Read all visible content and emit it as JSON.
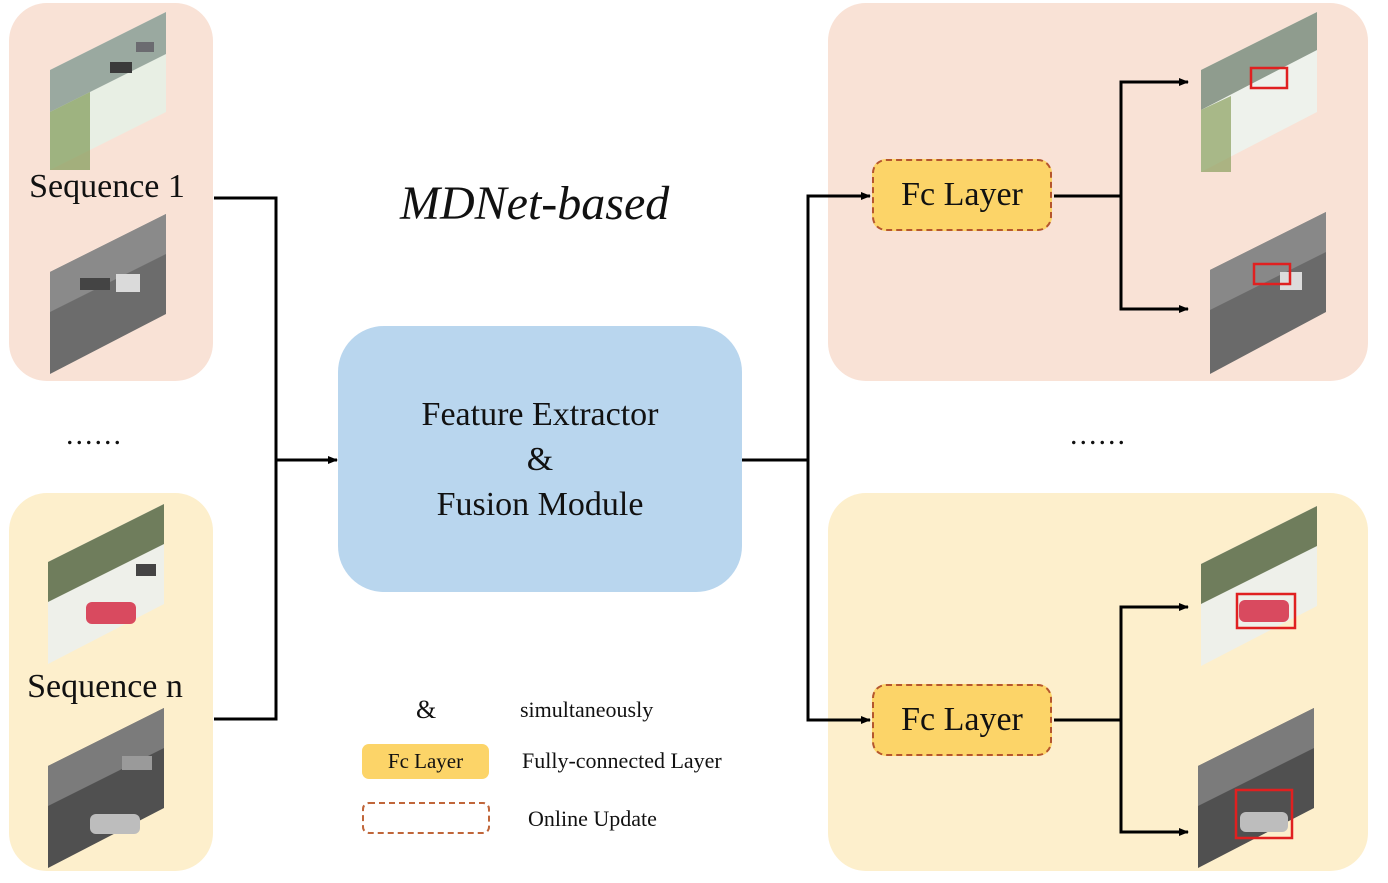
{
  "title": "MDNet-based",
  "sequences": {
    "first_label": "Sequence 1",
    "last_label": "Sequence n",
    "ellipsis": "......"
  },
  "core_module": {
    "line1": "Feature Extractor",
    "line2": "&",
    "line3": "Fusion Module"
  },
  "branches": {
    "fc_label": "Fc Layer",
    "ellipsis": "......"
  },
  "legend": {
    "amp_symbol": "&",
    "amp_meaning": "simultaneously",
    "fc_symbol": "Fc Layer",
    "fc_meaning": "Fully-connected Layer",
    "dash_meaning": "Online Update"
  },
  "colors": {
    "panel_pink": "#f9e2d6",
    "panel_yellow": "#fdefcc",
    "core_blue": "#b9d6ee",
    "fc_yellow": "#fcd468",
    "online_update_dash": "#b5562d",
    "tracking_box": "#e02020"
  }
}
